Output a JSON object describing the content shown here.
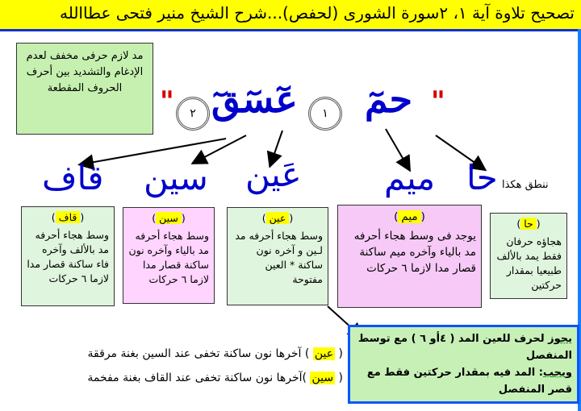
{
  "header": {
    "title": "تصحيح تلاوة آية ١، ٢سورة الشورى (لحفص)...شرح الشيخ منير فتحى عطاالله"
  },
  "note": {
    "text": "مد لازم حرفى مخفف لعدم الإدغام والتشديد بين أحرف الحروف المقطعة"
  },
  "ayah_parts": {
    "hm": "حمٓ",
    "asq": "عٓسٓقٓ"
  },
  "ayah_numbers": {
    "first": "١",
    "second": "٢"
  },
  "quotes": {
    "open": "\"",
    "close": "\""
  },
  "pronounce_hint": "ننطق هكذا",
  "letters": {
    "ha": "حا",
    "mim": "ميم",
    "ayn": "عَين",
    "sin": "سين",
    "qaf": "قاف"
  },
  "cards": {
    "qaf": {
      "title": "قاف",
      "body": "وسط هجاء أحرفه مد بالألف وآخره فاء ساكنة قصار مدا لازما ٦ حركات"
    },
    "sin": {
      "title": "سين",
      "body": "وسط هجاء أحرفه مد بالياء وآخره نون ساكنة قصار مدا لازما ٦ حركات"
    },
    "ayn": {
      "title": "عين",
      "body": "وسط هجاء أحرفه مد لـين و آخره نون ساكنة * العين مفتوحة"
    },
    "mim": {
      "title": "ميم",
      "body": "يوجد فى وسط هجاء أحرفه مد بالياء وآخره ميم ساكنة قصار مدا لازما ٦ حركات"
    },
    "ha": {
      "title": "حا",
      "body": "هجاؤه حرفان فقط يمد بالألف طبيعيا بمقدار حركتين"
    }
  },
  "rule": {
    "allow_kw": "يجوز",
    "allow_text": "لحرف للعين المد ( ٤أو ٦ ) مع توسط المنفصل",
    "must_kw": "ويجب",
    "must_text": ": المد فيه بمقدار حركتين فقط مع قصر المنفصل"
  },
  "bottom": {
    "line1_tag": "عين",
    "line1_text": "آخرها نون ساكنة تخفى عند السين بغنة مرققة",
    "line2_tag": "سين",
    "line2_text": "آخرها نون ساكنة تخفى عند القاف بغنة مفخمة"
  },
  "colors": {
    "blue": "#0000cc",
    "red": "#d40000",
    "yellow": "#ffff00",
    "green": "#c6f0b0",
    "pink": "#f6c9f7"
  }
}
